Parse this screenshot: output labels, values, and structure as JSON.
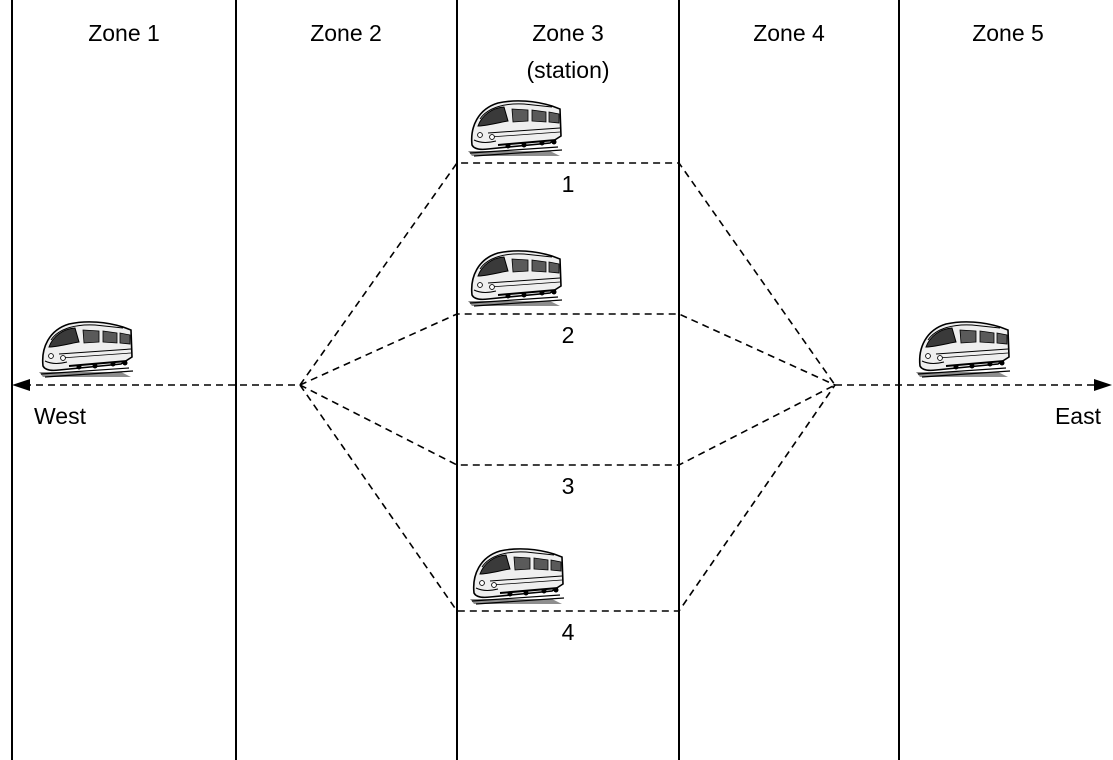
{
  "zones": [
    {
      "title": "Zone 1"
    },
    {
      "title": "Zone 2"
    },
    {
      "title": "Zone 3",
      "subtitle": "(station)"
    },
    {
      "title": "Zone 4"
    },
    {
      "title": "Zone 5"
    }
  ],
  "tracks": [
    {
      "label": "1"
    },
    {
      "label": "2"
    },
    {
      "label": "3"
    },
    {
      "label": "4"
    }
  ],
  "directions": {
    "west": "West",
    "east": "East"
  },
  "train_icon": "train-icon",
  "colors": {
    "line": "#000000",
    "background": "#ffffff",
    "train_body": "#e9e9e9",
    "train_shadow": "#9a9a9a"
  }
}
